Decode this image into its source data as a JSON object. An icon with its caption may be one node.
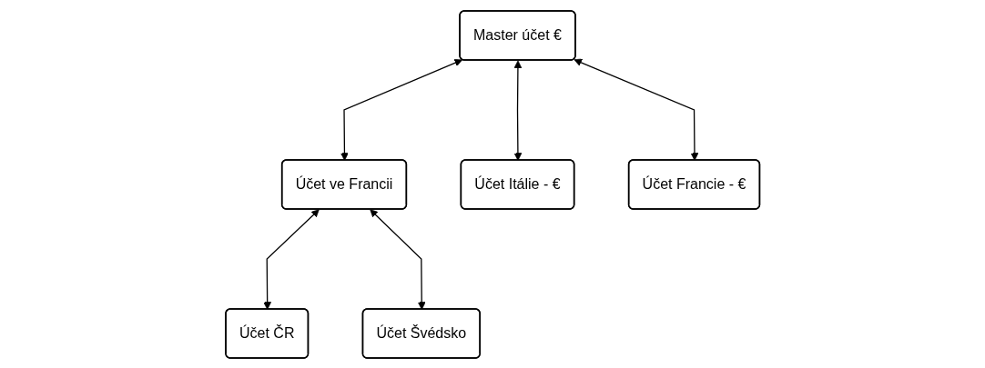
{
  "diagram": {
    "nodes": [
      {
        "text": [
          "Master účet €"
        ]
      },
      {
        "text": [
          "Účet ve Francii"
        ]
      },
      {
        "text": [
          "Účet Itálie - €"
        ]
      },
      {
        "text": [
          "Účet Francie - €"
        ]
      },
      {
        "text": [
          "Účet ČR"
        ]
      },
      {
        "text": [
          "Účet Švédsko"
        ]
      }
    ],
    "edges": [
      {
        "from": 0,
        "to": 1,
        "arrow": "both"
      },
      {
        "from": 0,
        "to": 2,
        "arrow": "both"
      },
      {
        "from": 0,
        "to": 3,
        "arrow": "both"
      },
      {
        "from": 1,
        "to": 4,
        "arrow": "both"
      },
      {
        "from": 1,
        "to": 5,
        "arrow": "both"
      }
    ]
  }
}
